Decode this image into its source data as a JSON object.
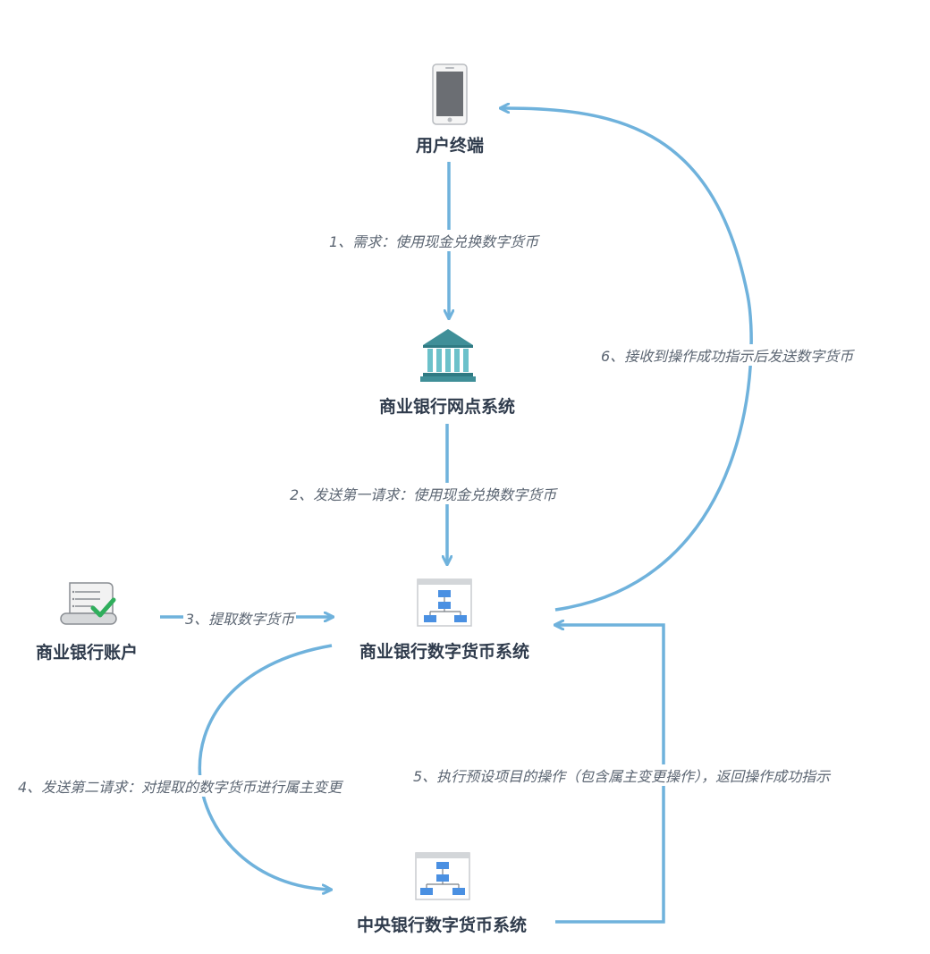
{
  "nodes": {
    "user_terminal": "用户终端",
    "branch_system": "商业银行网点系统",
    "bank_dc_system": "商业银行数字货币系统",
    "bank_account": "商业银行账户",
    "central_dc_system": "中央银行数字货币系统"
  },
  "edges": {
    "e1": "1、需求：使用现金兑换数字货币",
    "e2": "2、发送第一请求：使用现金兑换数字货币",
    "e3": "3、提取数字货币",
    "e4": "4、发送第二请求：对提取的数字货币进行属主变更",
    "e5": "5、执行预设项目的操作（包含属主变更操作），返回操作成功指示",
    "e6": "6、接收到操作成功指示后发送数字货币"
  },
  "colors": {
    "arrow": "#6fb2dc",
    "bank_icon": "#3f8f98",
    "check": "#2fae5c",
    "flow_box": "#4a90e2"
  }
}
